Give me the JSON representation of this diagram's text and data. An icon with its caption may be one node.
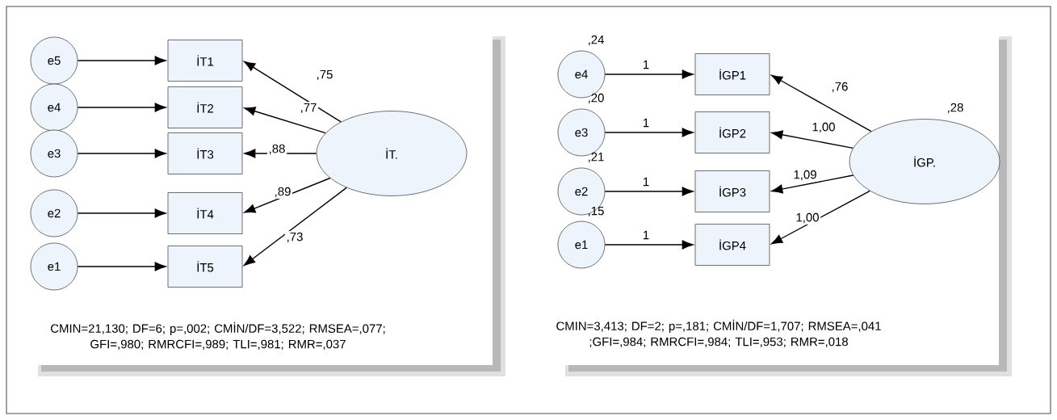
{
  "diagram": {
    "nodes": [
      {
        "text": [
          "e5"
        ]
      },
      {
        "text": [
          "İT1"
        ]
      },
      {
        "text": [
          "e4"
        ]
      },
      {
        "text": [
          "İT2"
        ]
      },
      {
        "text": [
          "e3"
        ]
      },
      {
        "text": [
          "İT3"
        ]
      },
      {
        "text": [
          "e2"
        ]
      },
      {
        "text": [
          "İT4"
        ]
      },
      {
        "text": [
          "e1"
        ]
      },
      {
        "text": [
          "İT5"
        ]
      },
      {
        "text": [
          "İT."
        ]
      },
      {
        "text": [
          "e4"
        ],
        "beside": [
          ",24"
        ]
      },
      {
        "text": [
          "İGP1"
        ]
      },
      {
        "text": [
          "e3"
        ],
        "beside": [
          ",20"
        ]
      },
      {
        "text": [
          "İGP2"
        ]
      },
      {
        "text": [
          "e2"
        ],
        "beside": [
          ",21"
        ]
      },
      {
        "text": [
          "İGP3"
        ]
      },
      {
        "text": [
          "e1"
        ],
        "beside": [
          ",15"
        ]
      },
      {
        "text": [
          "İGP4"
        ]
      },
      {
        "text": [
          "İGP."
        ],
        "beside": [
          ",28"
        ]
      }
    ],
    "edges": [
      {
        "from": 0,
        "to": 1,
        "arrow": "to"
      },
      {
        "from": 2,
        "to": 3,
        "arrow": "to"
      },
      {
        "from": 4,
        "to": 5,
        "arrow": "to"
      },
      {
        "from": 6,
        "to": 7,
        "arrow": "to"
      },
      {
        "from": 8,
        "to": 9,
        "arrow": "to"
      },
      {
        "from": 10,
        "to": 1,
        "arrow": "to",
        "label": ",75"
      },
      {
        "from": 10,
        "to": 3,
        "arrow": "to",
        "label": ",77"
      },
      {
        "from": 10,
        "to": 5,
        "arrow": "to",
        "label": ",88"
      },
      {
        "from": 10,
        "to": 7,
        "arrow": "to",
        "label": ",89"
      },
      {
        "from": 10,
        "to": 9,
        "arrow": "to",
        "label": ",73"
      },
      {
        "from": 11,
        "to": 12,
        "arrow": "to",
        "label": "1"
      },
      {
        "from": 13,
        "to": 14,
        "arrow": "to",
        "label": "1"
      },
      {
        "from": 15,
        "to": 16,
        "arrow": "to",
        "label": "1"
      },
      {
        "from": 17,
        "to": 18,
        "arrow": "to",
        "label": "1"
      },
      {
        "from": 19,
        "to": 12,
        "arrow": "to",
        "label": ",76"
      },
      {
        "from": 19,
        "to": 14,
        "arrow": "to",
        "label": "1,00"
      },
      {
        "from": 19,
        "to": 16,
        "arrow": "to",
        "label": "1,09"
      },
      {
        "from": 19,
        "to": 18,
        "arrow": "to",
        "label": "1,00"
      }
    ],
    "labels": [
      "CMIN=21,130; DF=6; p=,002; CMİN/DF=3,522; RMSEA=,077; GFI=,980; RMRCFI=,989; TLI=,981; RMR=,037",
      "CMIN=3,413; DF=2; p=,181; CMİN/DF=1,707; RMSEA=,041 ;GFI=,984; RMRCFI=,984; TLI=,953; RMR=,018"
    ]
  }
}
